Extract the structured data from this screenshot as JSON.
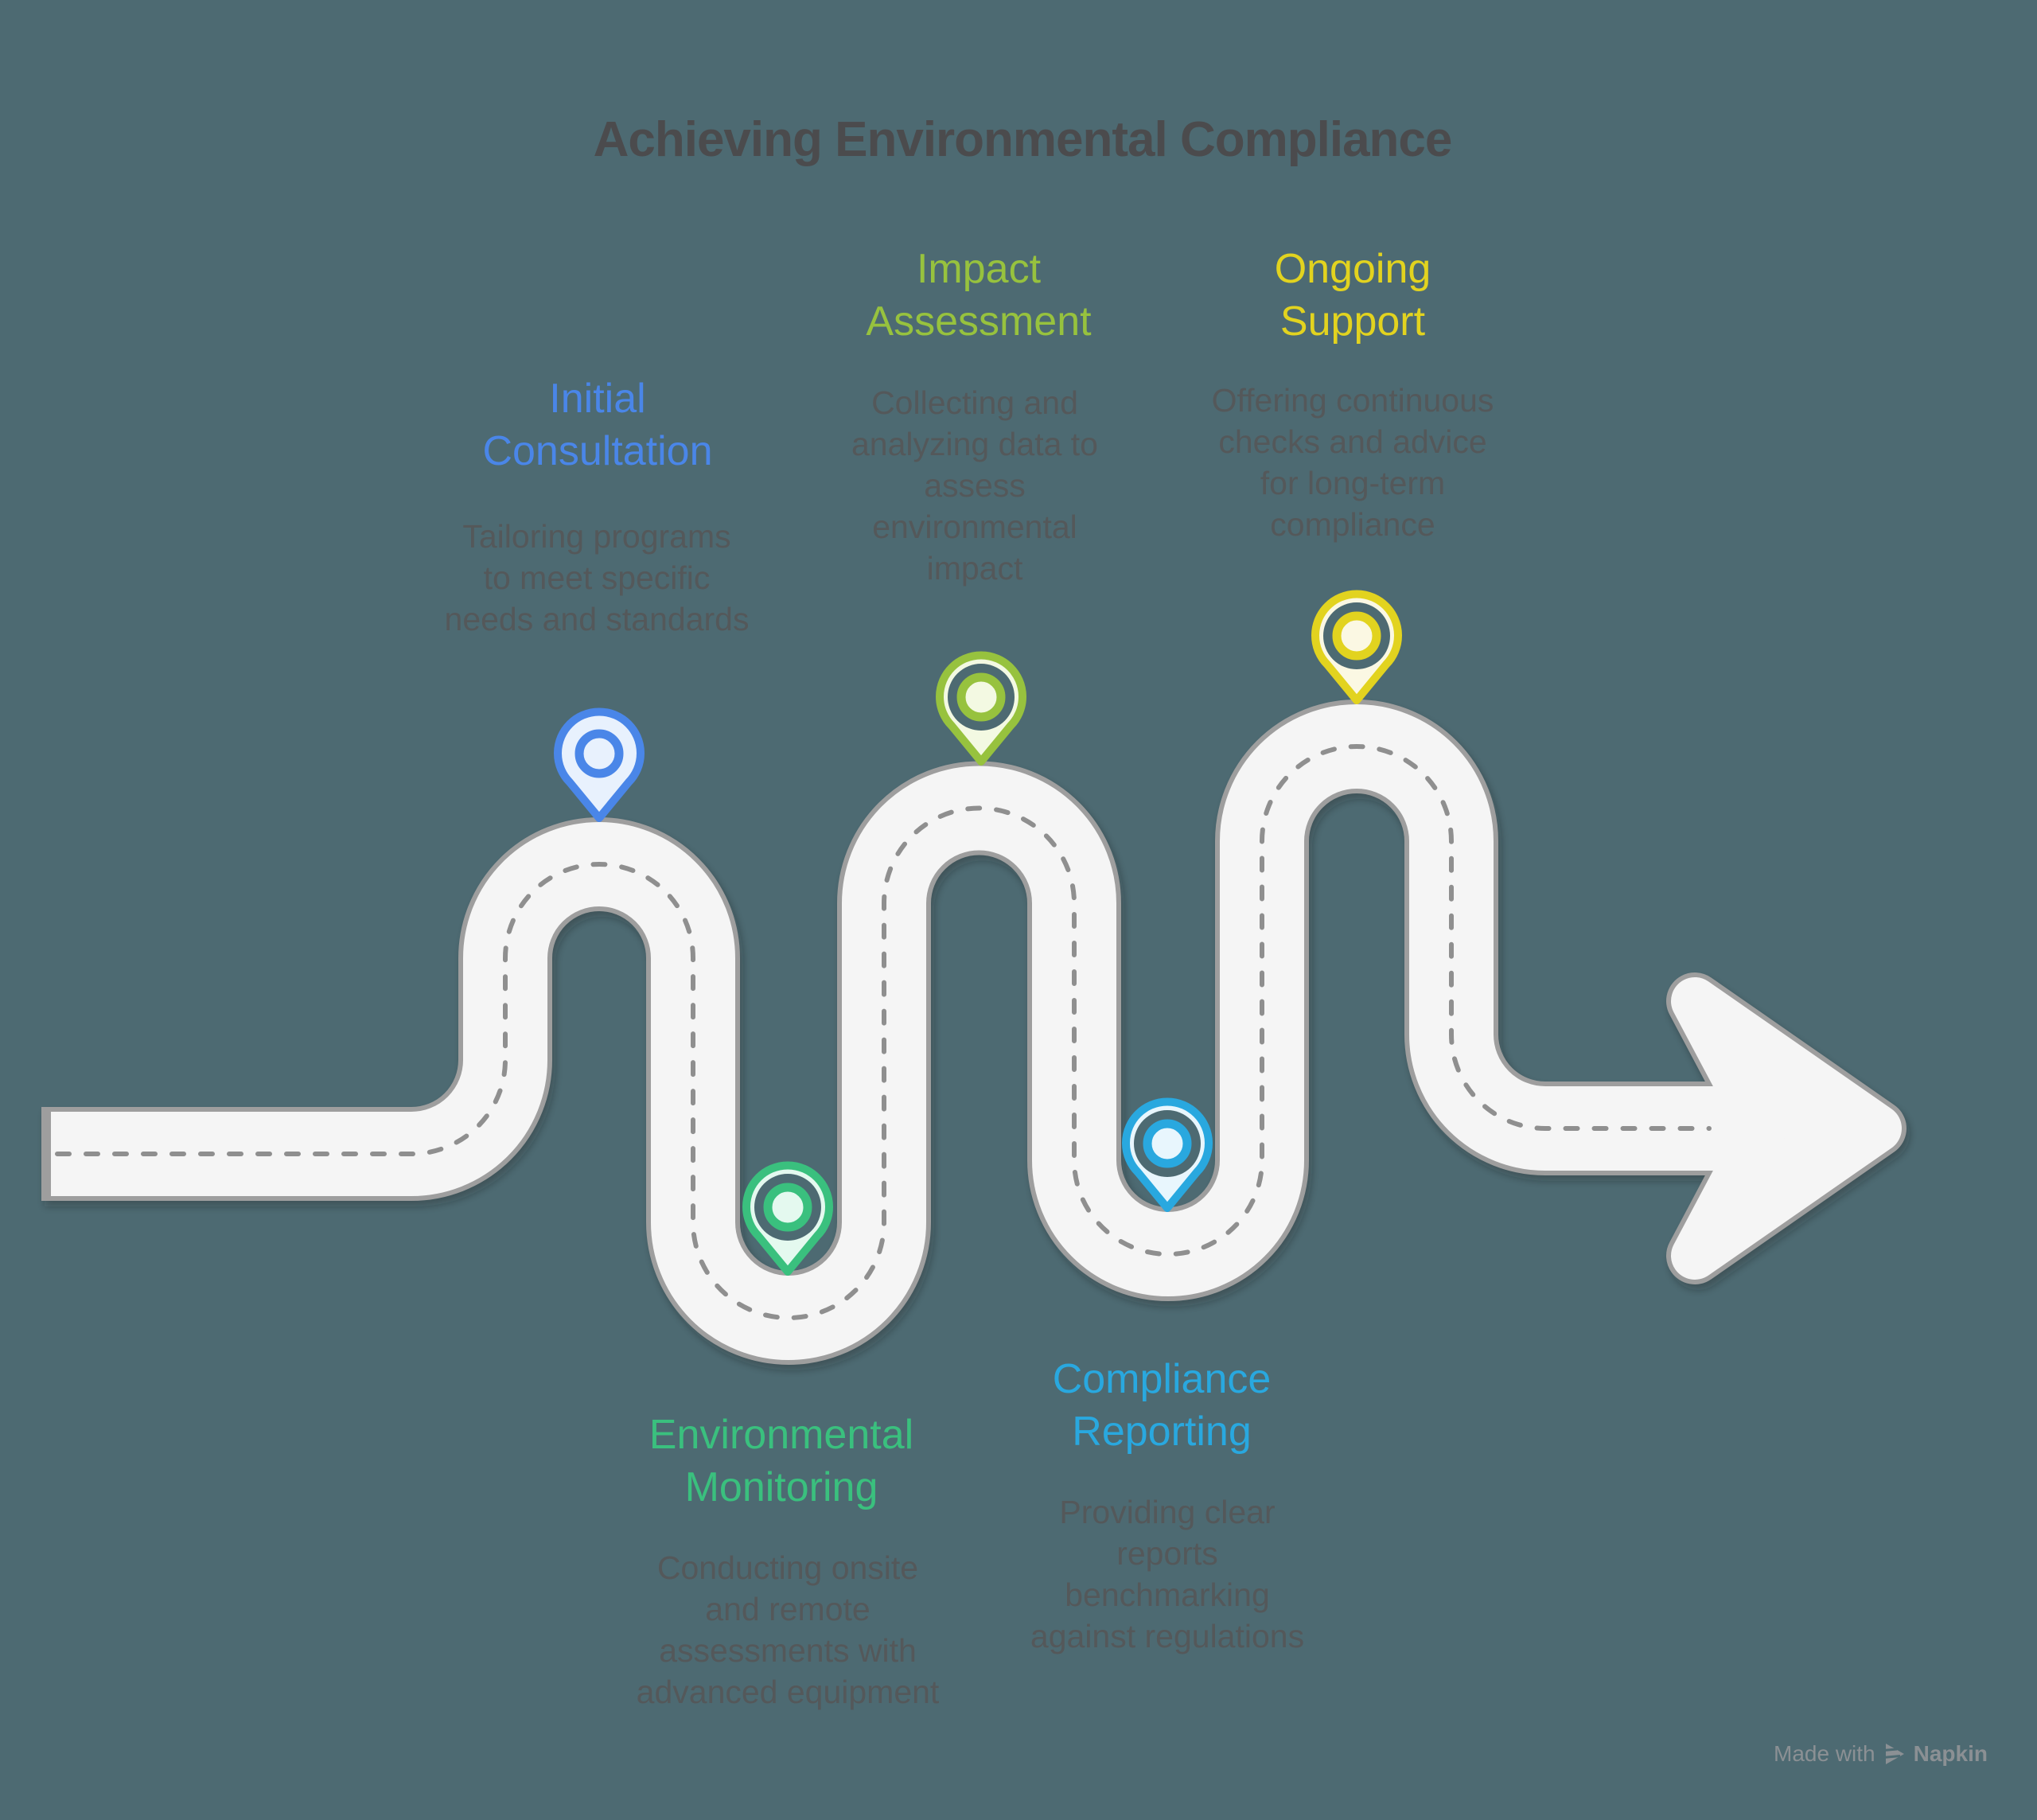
{
  "title": "Achieving Environmental Compliance",
  "background": "#4D6A72",
  "road": {
    "surface": "#F5F5F5",
    "border": "#9E9E9E",
    "dash": "#8F8F8F",
    "shadow": "rgba(20,32,38,0.30)"
  },
  "steps": [
    {
      "name": "Initial\nConsultation",
      "desc": "Tailoring programs\nto meet specific\nneeds and standards",
      "color": "#4A86E8",
      "fill": "#E8F1FD",
      "annulus": "#E8F1FD"
    },
    {
      "name": "Environmental\nMonitoring",
      "desc": "Conducting onsite\nand remote\nassessments with\nadvanced equipment",
      "color": "#3AC07E",
      "fill": "#E4F9EF",
      "annulus": "#4D6A72"
    },
    {
      "name": "Impact\nAssessment",
      "desc": "Collecting and\nanalyzing data to\nassess\nenvironmental\nimpact",
      "color": "#97C23E",
      "fill": "#F3F9E2",
      "annulus": "#4D6A72"
    },
    {
      "name": "Compliance\nReporting",
      "desc": "Providing clear\nreports\nbenchmarking\nagainst regulations",
      "color": "#29A8DF",
      "fill": "#E8F6FD",
      "annulus": "#4D6A72"
    },
    {
      "name": "Ongoing\nSupport",
      "desc": "Offering continuous\nchecks and advice\nfor long-term\ncompliance",
      "color": "#E2D31F",
      "fill": "#FBF8E3",
      "annulus": "#4D6A72"
    }
  ],
  "watermark": {
    "text": "Made with",
    "brand": "Napkin",
    "color": "#8B9094"
  }
}
